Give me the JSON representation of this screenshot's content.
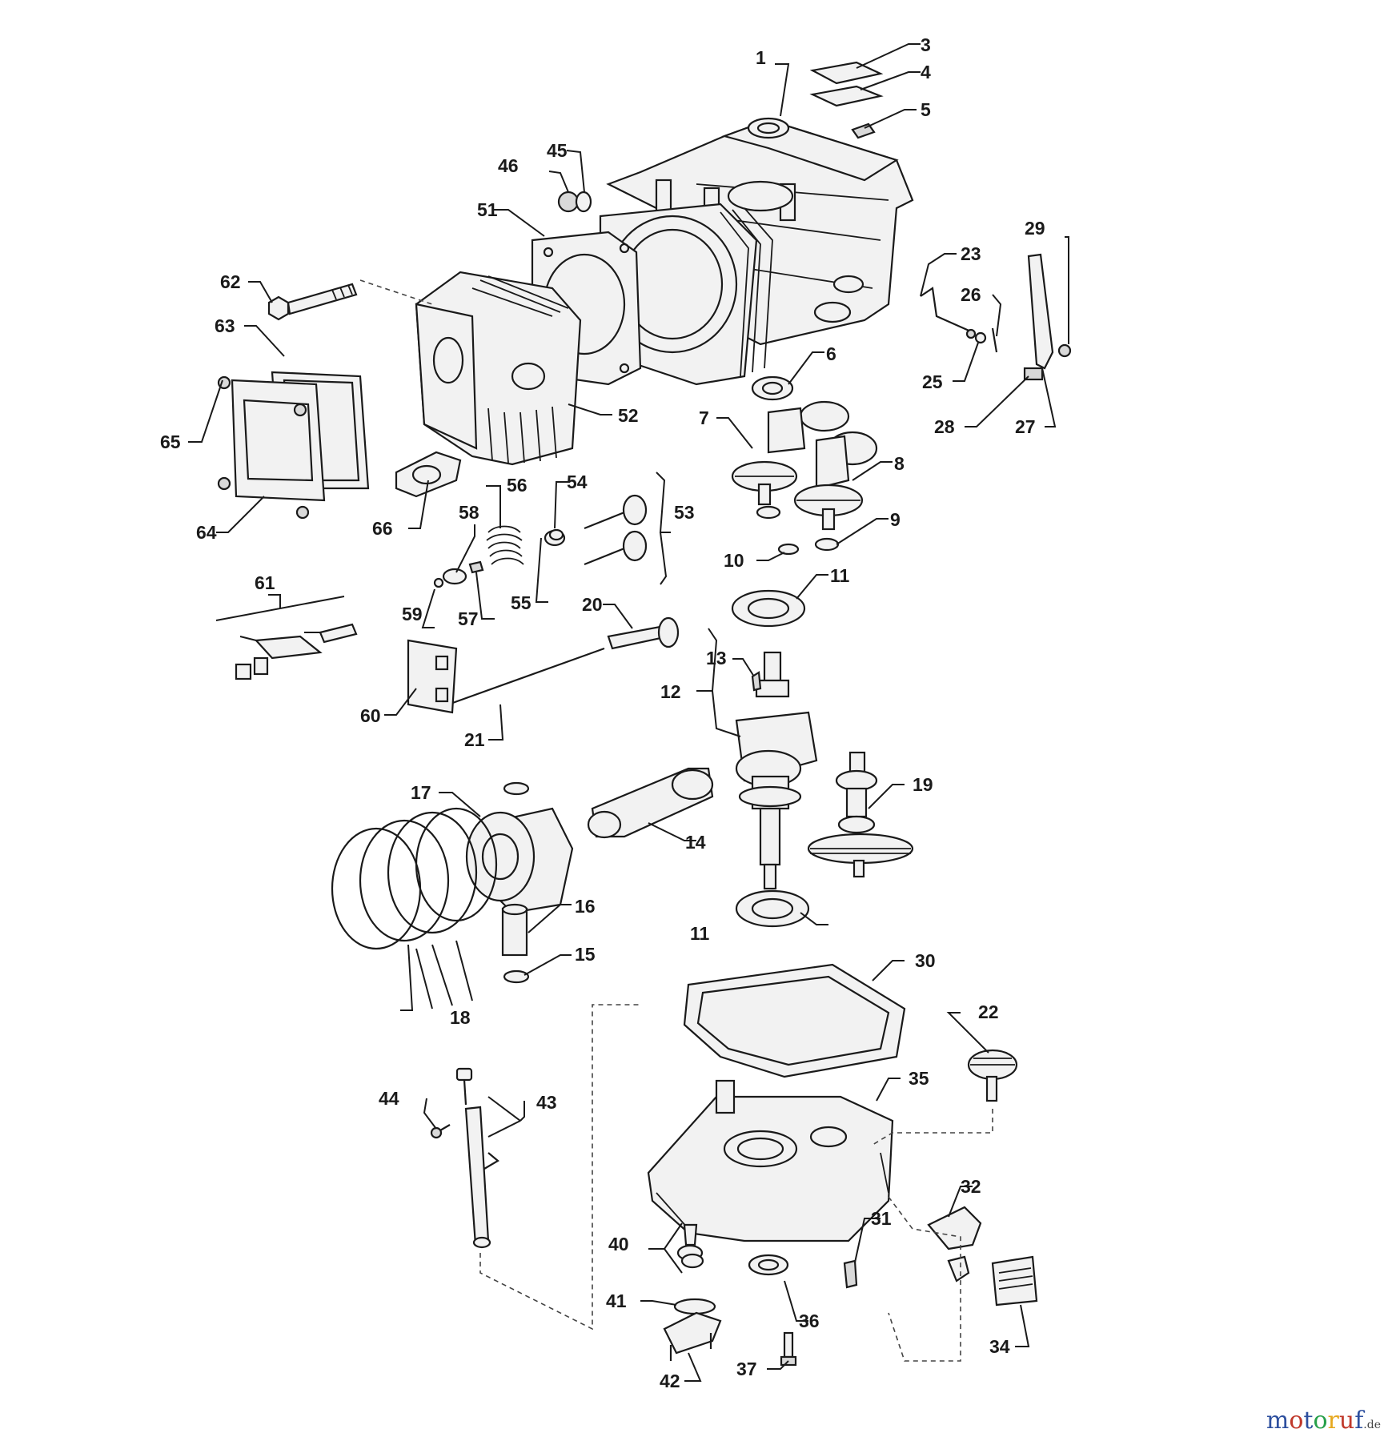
{
  "diagram": {
    "callouts": {
      "1": "1",
      "3": "3",
      "4": "4",
      "5": "5",
      "6": "6",
      "7": "7",
      "8": "8",
      "9": "9",
      "10": "10",
      "11a": "11",
      "11b": "11",
      "12": "12",
      "13": "13",
      "14": "14",
      "15": "15",
      "16": "16",
      "17": "17",
      "18": "18",
      "19": "19",
      "20": "20",
      "21": "21",
      "22": "22",
      "23": "23",
      "25": "25",
      "26": "26",
      "27": "27",
      "28": "28",
      "29": "29",
      "30": "30",
      "31": "31",
      "32": "32",
      "34": "34",
      "35": "35",
      "36": "36",
      "37": "37",
      "40": "40",
      "41": "41",
      "42": "42",
      "43": "43",
      "44": "44",
      "45": "45",
      "46": "46",
      "51": "51",
      "52": "52",
      "53": "53",
      "54": "54",
      "55": "55",
      "56": "56",
      "57": "57",
      "58": "58",
      "59": "59",
      "60": "60",
      "61": "61",
      "62": "62",
      "63": "63",
      "64": "64",
      "65": "65",
      "66": "66"
    }
  },
  "watermark": {
    "letters": [
      "m",
      "o",
      "t",
      "o",
      "r",
      "u",
      "f"
    ],
    "colors": [
      "#2d4f9e",
      "#c0392b",
      "#2d4f9e",
      "#27a04a",
      "#e6a81e",
      "#c0392b",
      "#2d4f9e"
    ],
    "suffix": ".de"
  }
}
